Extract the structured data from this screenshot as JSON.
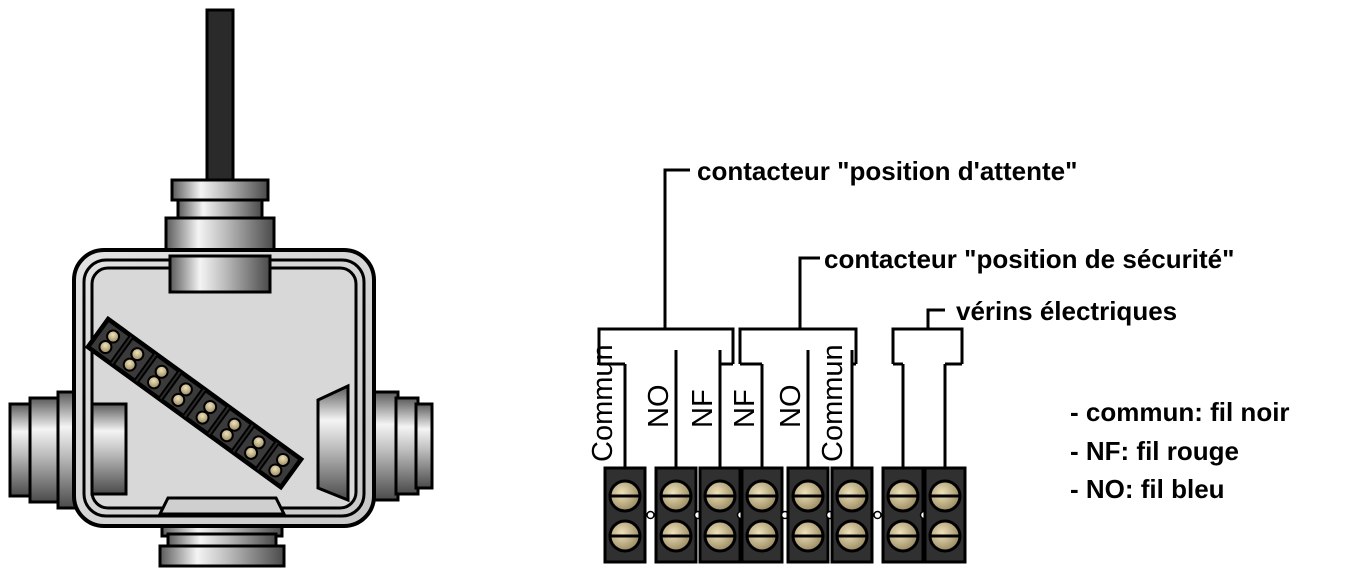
{
  "groups": {
    "attente": "contacteur \"position d'attente\"",
    "securite": "contacteur \"position de sécurité\"",
    "verins": "vérins électriques"
  },
  "wires": [
    "Commun",
    "NO",
    "NF",
    "NF",
    "NO",
    "Commun"
  ],
  "legend": [
    "- commun: fil noir",
    "- NF: fil rouge",
    "- NO: fil bleu"
  ],
  "colors": {
    "outline": "#000000",
    "box_fill": "#d6d6d6",
    "terminal_body": "#303030",
    "screw": "#c4b38a",
    "metal_light": "#e8e8e8",
    "metal_dark": "#6e6e6e"
  },
  "icons": [
    "junction-box-icon",
    "cable-icon",
    "cable-gland-icon",
    "terminal-block-icon",
    "screw-icon"
  ]
}
